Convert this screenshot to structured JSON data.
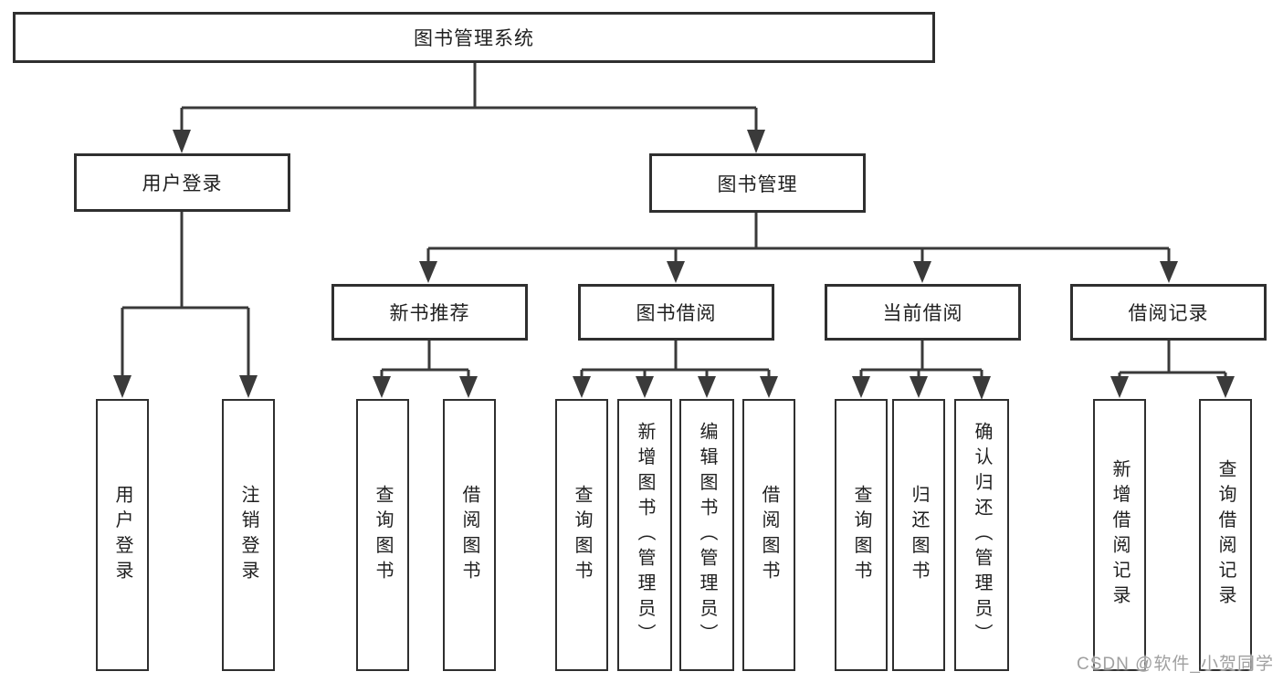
{
  "title": "图书管理系统",
  "branches": {
    "user_login": {
      "label": "用户登录"
    },
    "book_mgmt": {
      "label": "图书管理"
    },
    "new_book": {
      "label": "新书推荐"
    },
    "book_borrow": {
      "label": "图书借阅"
    },
    "current_borrow": {
      "label": "当前借阅"
    },
    "borrow_record": {
      "label": "借阅记录"
    }
  },
  "leaves": [
    {
      "label": "用户登录"
    },
    {
      "label": "注销登录"
    },
    {
      "label": "查询图书"
    },
    {
      "label": "借阅图书"
    },
    {
      "label": "查询图书"
    },
    {
      "label": "新增图书（管理员）"
    },
    {
      "label": "编辑图书（管理员）"
    },
    {
      "label": "借阅图书"
    },
    {
      "label": "查询图书"
    },
    {
      "label": "归还图书"
    },
    {
      "label": "确认归还（管理员）"
    },
    {
      "label": "新增借阅记录"
    },
    {
      "label": "查询借阅记录"
    }
  ],
  "watermark": "CSDN @软件_小贺同学",
  "colors": {
    "line": "#3a3a3a",
    "border": "#2f2f2f",
    "text": "#1f1f1f",
    "watermark": "#a0a0a0",
    "background": "#ffffff"
  }
}
